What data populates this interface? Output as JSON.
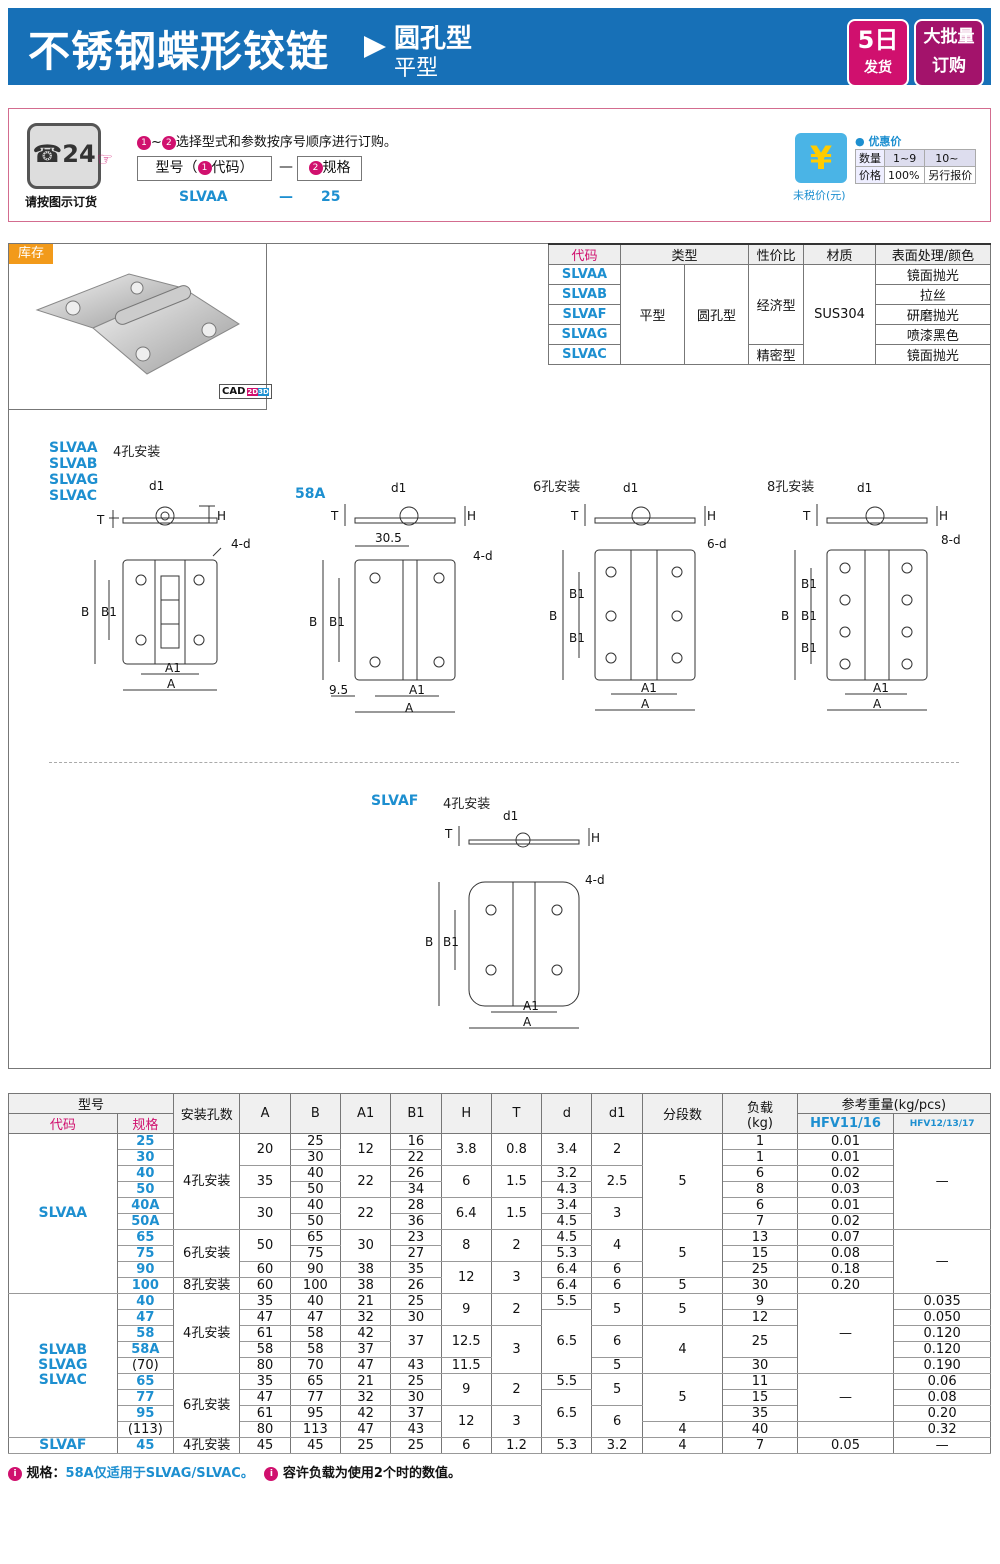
{
  "header": {
    "title": "不锈钢蝶形铰链",
    "subtitle1": "圆孔型",
    "subtitle2": "平型",
    "badge1_top": "5日",
    "badge1_bottom": "发货",
    "badge2_top": "大批量",
    "badge2_bottom": "订购"
  },
  "order": {
    "phone_label": "请按图示订货",
    "icon": "phone-24-icon",
    "instruction": "选择型式和参数按序号顺序进行订购。",
    "step1": "1",
    "step2": "2",
    "col1": "型号（",
    "col1b": "代码）",
    "dash": "—",
    "col2": "规格",
    "ex_code": "SLVAA",
    "ex_dash": "—",
    "ex_size": "25",
    "price_title": "优惠价",
    "price_qty": "数量",
    "price_p": "价格",
    "q1": "1~9",
    "q2": "10~",
    "p1": "100%",
    "p2": "另行报价",
    "tax": "未税价(元)"
  },
  "spec": {
    "headers": [
      "代码",
      "类型",
      "",
      "性价比",
      "材质",
      "表面处理/颜色"
    ],
    "codes": [
      "SLVAA",
      "SLVAB",
      "SLVAF",
      "SLVAG",
      "SLVAC"
    ],
    "type1": "平型",
    "type2": "圆孔型",
    "cost1": "经济型",
    "cost2": "精密型",
    "material": "SUS304",
    "finish": [
      "镜面抛光",
      "拉丝",
      "研磨抛光",
      "喷漆黑色",
      "镜面抛光"
    ]
  },
  "diagram": {
    "stock": "库存",
    "cad": "CAD",
    "cad2": "2D",
    "cad3": "3D",
    "g1_codes": [
      "SLVAA",
      "SLVAB",
      "SLVAG",
      "SLVAC"
    ],
    "g1_hole": "4孔安装",
    "g2_code": "58A",
    "g3_hole": "6孔安装",
    "g4_hole": "8孔安装",
    "g5_code": "SLVAF",
    "g5_hole": "4孔安装",
    "dims": {
      "d1": "d1",
      "T": "T",
      "H": "H",
      "A": "A",
      "A1": "A1",
      "B": "B",
      "B1": "B1",
      "d4": "4-d",
      "d6": "6-d",
      "d8": "8-d",
      "w305": "30.5",
      "w95": "9.5"
    }
  },
  "table": {
    "h": {
      "model": "型号",
      "code": "代码",
      "size": "规格",
      "holes": "安装孔数",
      "A": "A",
      "B": "B",
      "A1": "A1",
      "B1": "B1",
      "H": "H",
      "T": "T",
      "d": "d",
      "d1": "d1",
      "seg": "分段数",
      "load": "负载",
      "load_u": "(kg)",
      "wt": "参考重量(kg/pcs)",
      "w1": "HFV11/16",
      "w2": "HFV12/13/17"
    },
    "dash": "—",
    "a_code": "SLVAA",
    "a_sizes": [
      "25",
      "30",
      "40",
      "50",
      "40A",
      "50A",
      "65",
      "75",
      "90",
      "100"
    ],
    "a_holes": [
      "4孔安装",
      "6孔安装",
      "8孔安装"
    ],
    "a_A": [
      "20",
      "35",
      "30",
      "50",
      "60",
      "60"
    ],
    "a_B": [
      "25",
      "30",
      "40",
      "50",
      "40",
      "50",
      "65",
      "75",
      "90",
      "100"
    ],
    "a_A1": [
      "12",
      "22",
      "22",
      "30",
      "38",
      "38"
    ],
    "a_B1": [
      "16",
      "22",
      "26",
      "34",
      "28",
      "36",
      "23",
      "27",
      "35",
      "26"
    ],
    "a_H": [
      "3.8",
      "6",
      "6.4",
      "8",
      "12"
    ],
    "a_T": [
      "0.8",
      "1.5",
      "1.5",
      "2",
      "3"
    ],
    "a_d": [
      "3.4",
      "3.2",
      "4.3",
      "3.4",
      "4.5",
      "4.5",
      "5.3",
      "6.4",
      "6.4"
    ],
    "a_d1": [
      "2",
      "2.5",
      "3",
      "4",
      "6",
      "6"
    ],
    "a_seg": [
      "5",
      "5",
      "5"
    ],
    "a_load": [
      "1",
      "1",
      "6",
      "8",
      "6",
      "7",
      "13",
      "15",
      "25",
      "30"
    ],
    "a_w": [
      "0.01",
      "0.01",
      "0.02",
      "0.03",
      "0.01",
      "0.02",
      "0.07",
      "0.08",
      "0.18",
      "0.20"
    ],
    "b_codes": [
      "SLVAB",
      "SLVAG",
      "SLVAC"
    ],
    "b_sizes": [
      "40",
      "47",
      "58",
      "58A",
      "(70)",
      "65",
      "77",
      "95",
      "(113)"
    ],
    "b_holes": [
      "4孔安装",
      "6孔安装"
    ],
    "b_A": [
      "35",
      "47",
      "61",
      "58",
      "80",
      "35",
      "47",
      "61",
      "80"
    ],
    "b_B": [
      "40",
      "47",
      "58",
      "58",
      "70",
      "65",
      "77",
      "95",
      "113"
    ],
    "b_A1": [
      "21",
      "32",
      "42",
      "37",
      "47",
      "21",
      "32",
      "42",
      "47"
    ],
    "b_B1": [
      "25",
      "30",
      "37",
      "43",
      "25",
      "30",
      "37",
      "43"
    ],
    "b_H": [
      "9",
      "12.5",
      "11.5",
      "9",
      "12"
    ],
    "b_T": [
      "2",
      "3",
      "2",
      "3"
    ],
    "b_d": [
      "5.5",
      "6.5",
      "5.5",
      "6.5"
    ],
    "b_d1": [
      "5",
      "6",
      "5",
      "5",
      "6"
    ],
    "b_seg": [
      "5",
      "4",
      "5",
      "4"
    ],
    "b_load": [
      "9",
      "12",
      "25",
      "30",
      "11",
      "15",
      "35",
      "40"
    ],
    "b_w": [
      "0.035",
      "0.050",
      "0.120",
      "0.120",
      "0.190",
      "0.06",
      "0.08",
      "0.20",
      "0.32"
    ],
    "f": {
      "code": "SLVAF",
      "size": "45",
      "holes": "4孔安装",
      "A": "45",
      "B": "45",
      "A1": "25",
      "B1": "25",
      "H": "6",
      "T": "1.2",
      "d": "5.3",
      "d1": "3.2",
      "seg": "4",
      "load": "7",
      "w": "0.05"
    }
  },
  "notes": {
    "n1": "规格：",
    "n1b": "58A仅适用于SLVAG/SLVAC。",
    "n2": "容许负载为使用2个时的数值。"
  }
}
